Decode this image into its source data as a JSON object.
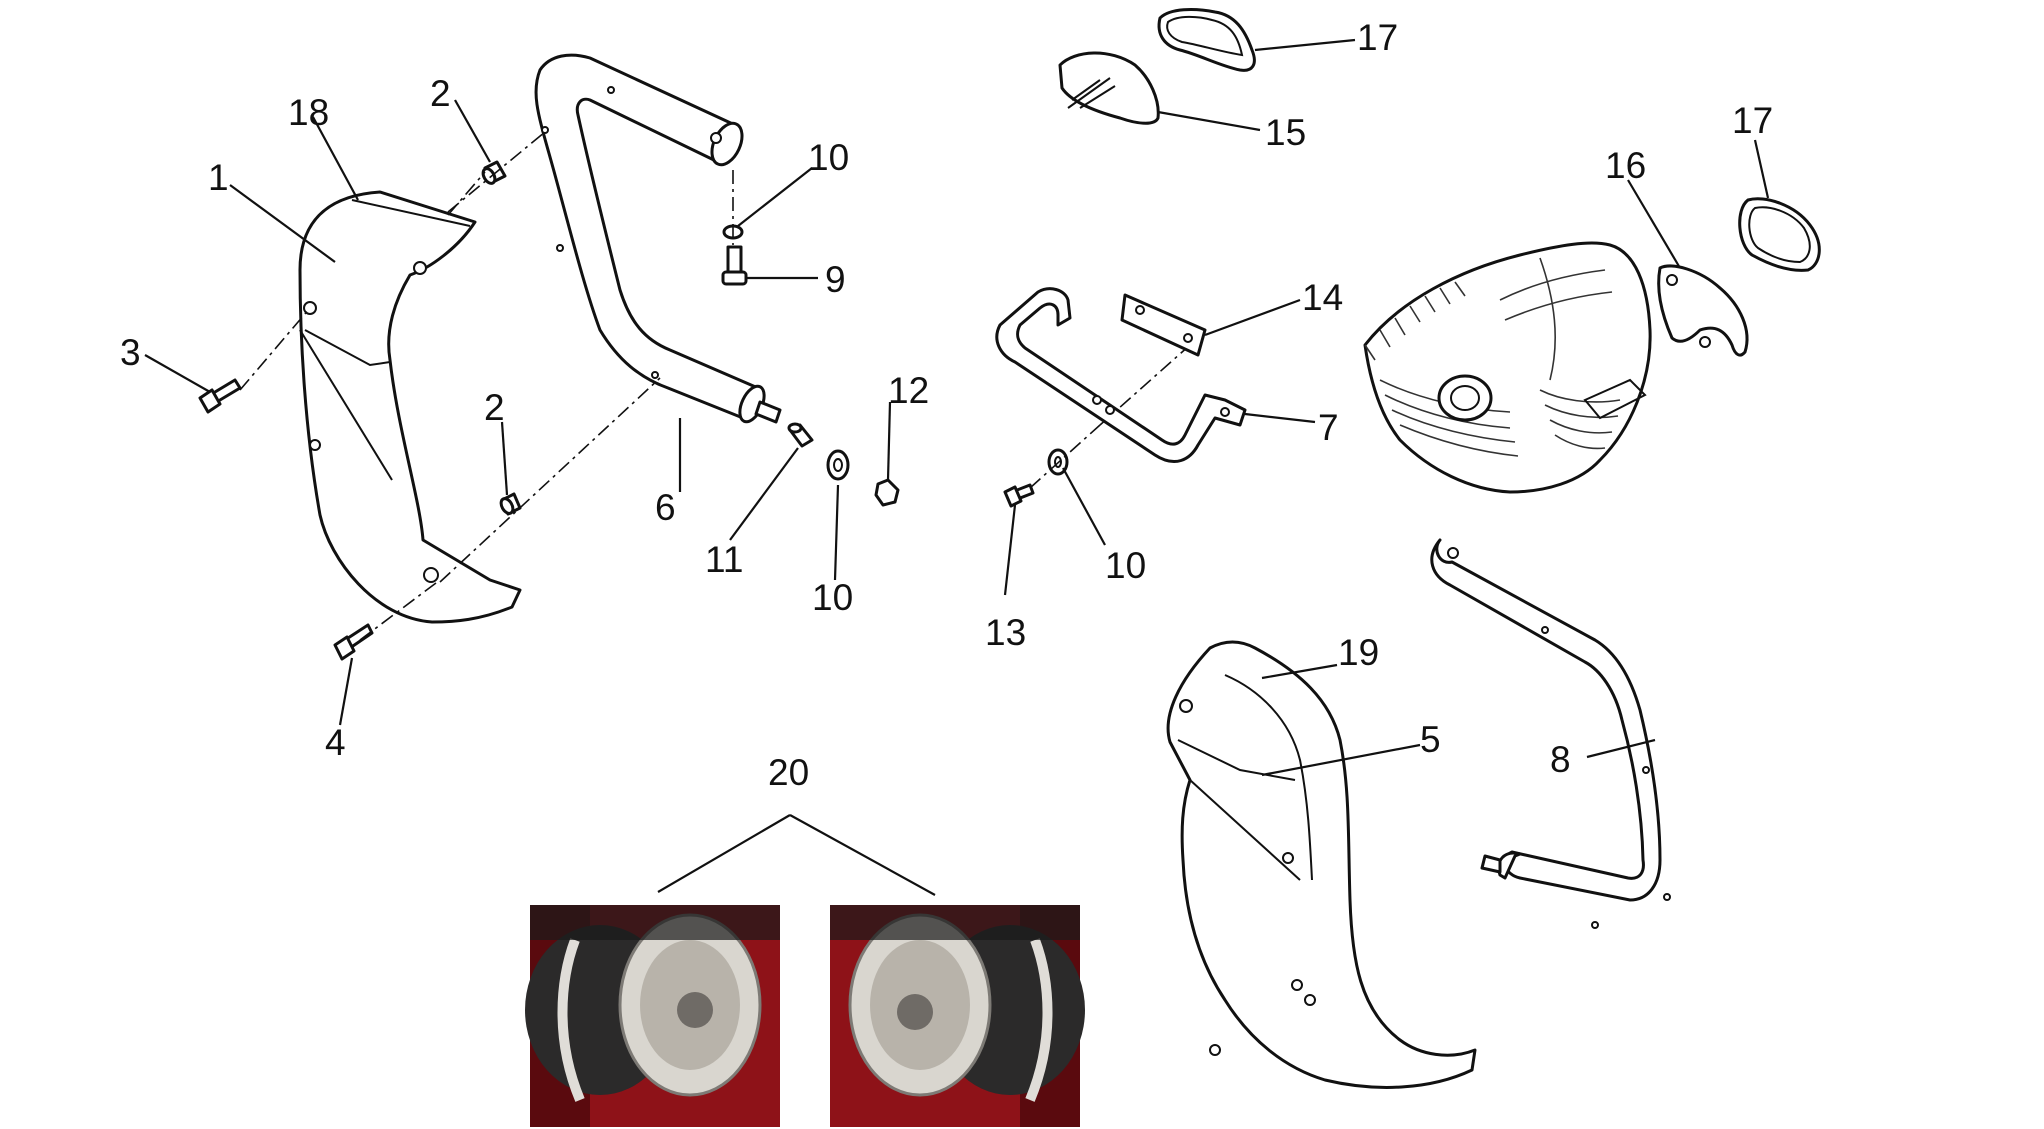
{
  "labels": {
    "p1": "1",
    "p2a": "2",
    "p2b": "2",
    "p3": "3",
    "p4": "4",
    "p5": "5",
    "p6": "6",
    "p7": "7",
    "p8": "8",
    "p9": "9",
    "p10a": "10",
    "p10b": "10",
    "p10c": "10",
    "p11": "11",
    "p12": "12",
    "p13": "13",
    "p14": "14",
    "p15": "15",
    "p16": "16",
    "p17a": "17",
    "p17b": "17",
    "p18": "18",
    "p19": "19",
    "p20": "20"
  },
  "colors": {
    "line": "#111111",
    "photo_red": "#8e1218",
    "chrome": "#d9d6cf",
    "chrome_dark": "#2b2a2a"
  }
}
